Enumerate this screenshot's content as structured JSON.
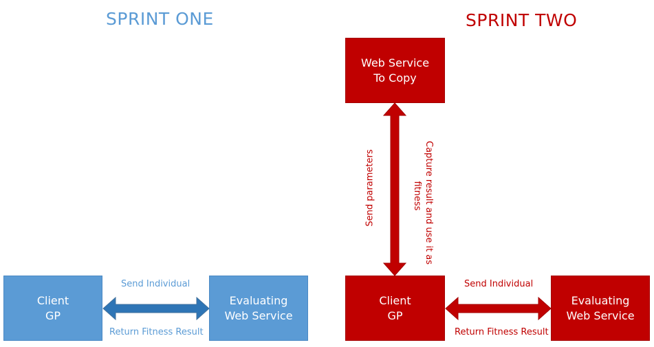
{
  "titles": {
    "sprint_one": "SPRINT ONE",
    "sprint_two": "SPRINT TWO"
  },
  "sprint_one": {
    "client": {
      "line1": "Client",
      "line2": "GP"
    },
    "evaluator": {
      "line1": "Evaluating",
      "line2": "Web Service"
    },
    "send_label": "Send Individual",
    "return_label": "Return Fitness Result"
  },
  "sprint_two": {
    "web_service": {
      "line1": "Web Service",
      "line2": "To Copy"
    },
    "client": {
      "line1": "Client",
      "line2": "GP"
    },
    "evaluator": {
      "line1": "Evaluating",
      "line2": "Web Service"
    },
    "send_params_label": "Send parameters",
    "capture_label_line1": "Capture result and use it as",
    "capture_label_line2": "fitness",
    "send_label": "Send Individual",
    "return_label": "Return Fitness Result"
  },
  "colors": {
    "sprint_one_fill": "#5b9bd5",
    "sprint_one_arrow": "#2e75b6",
    "sprint_two_fill": "#c00000"
  }
}
